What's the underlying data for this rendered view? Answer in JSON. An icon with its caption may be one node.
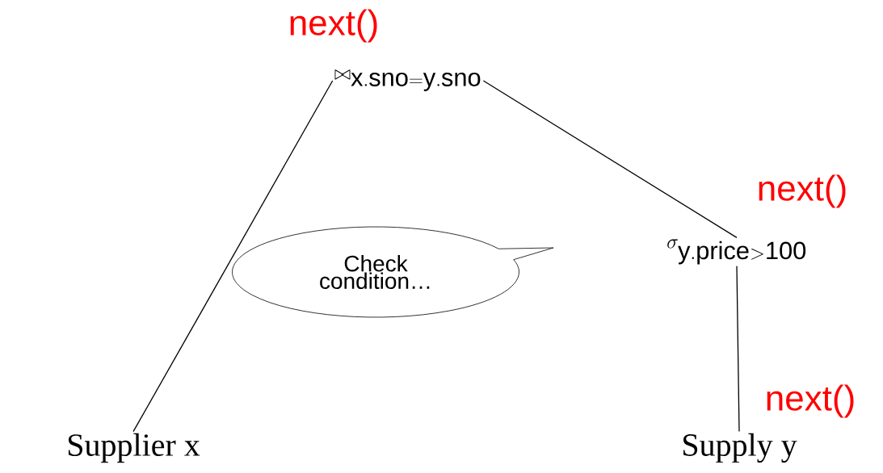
{
  "diagram": {
    "nodes": [
      {
        "text": [
          "\\bowtie_{\\mathrm{x.sno=y.sno}}"
        ],
        "beside": [
          "next()"
        ]
      },
      {
        "text": [
          "\\sigma_{\\mathrm{y.price>100}}"
        ],
        "beside": [
          "next()"
        ]
      },
      {
        "text": [
          "Supplier x"
        ]
      },
      {
        "text": [
          "Supply y"
        ],
        "beside": [
          "next()"
        ]
      },
      {
        "text": [
          "Check condition…"
        ]
      }
    ],
    "edges": [
      {
        "from": 0,
        "to": 2,
        "arrow": "none"
      },
      {
        "from": 0,
        "to": 1,
        "arrow": "none"
      },
      {
        "from": 1,
        "to": 3,
        "arrow": "none"
      }
    ]
  }
}
